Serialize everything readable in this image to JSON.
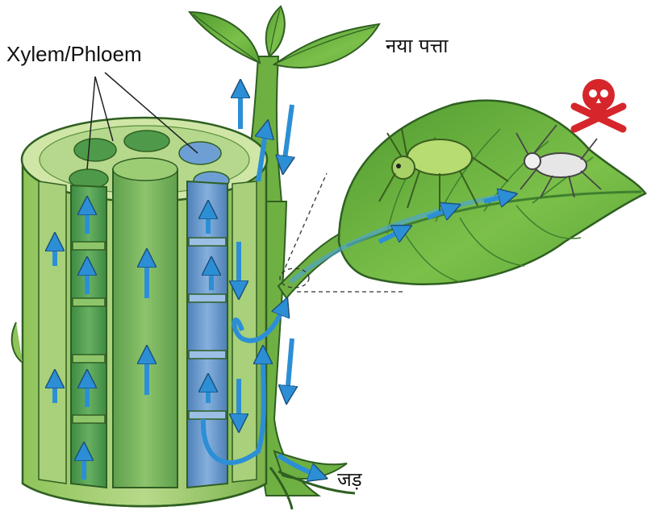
{
  "labels": {
    "xylem_phloem": "Xylem/Phloem",
    "new_leaf": "नया पत्ता",
    "root": "जड़"
  },
  "colors": {
    "plant_green": "#6db33f",
    "dark_green": "#3f7f2f",
    "xylem_green": "#4e9a4a",
    "phloem_blue": "#5b8fc9",
    "flow_arrow": "#2c8fd6",
    "danger_red": "#d6262b"
  },
  "icons": [
    "poison-skull-icon",
    "aphid-insect-icon",
    "dead-insect-icon",
    "flow-arrow-icon"
  ]
}
